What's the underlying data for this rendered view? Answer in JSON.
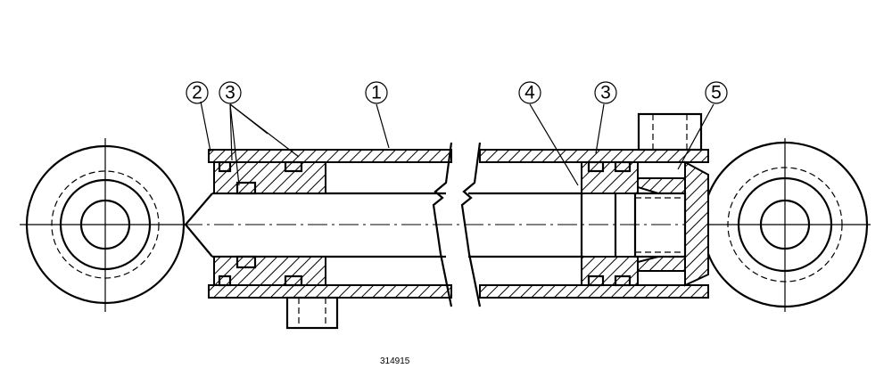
{
  "callouts": [
    {
      "label": "1"
    },
    {
      "label": "2"
    },
    {
      "label": "3"
    },
    {
      "label": "4"
    },
    {
      "label": "3"
    },
    {
      "label": "5"
    }
  ],
  "figure_number": "314915"
}
